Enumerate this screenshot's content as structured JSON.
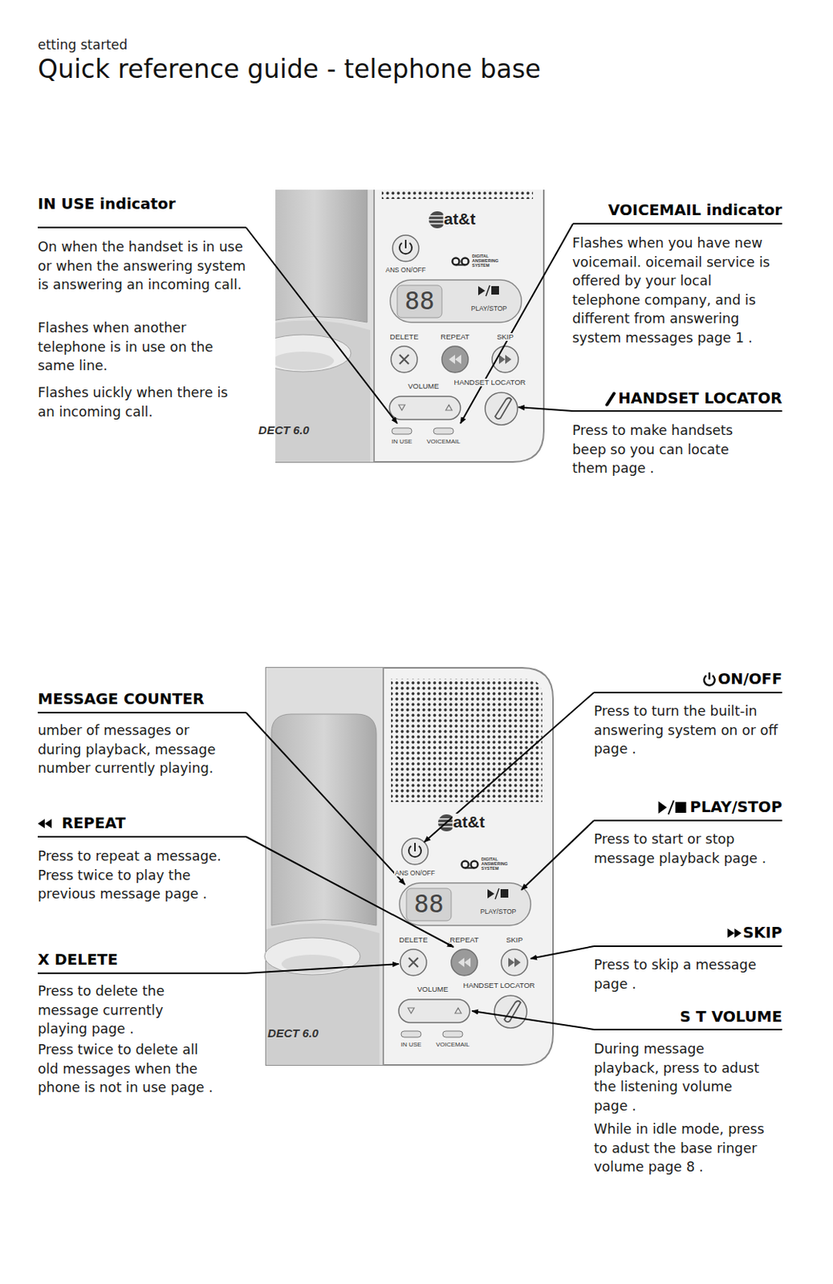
{
  "diagram": {
    "title": "Quick reference guide - telephone base",
    "labels": [
      "etting started",
      "IN USE indicator",
      "On when the handset is in use or when the answering system is answering an incoming call.",
      "Flashes when another telephone is in use on the same line.",
      "Flashes uickly when there is an incoming call.",
      "VOICEMAIL indicator",
      "Flashes when you have new voicemail. oicemail service is offered by your local telephone company, and is different from answering system messages page 1 .",
      "HANDSET LOCATOR",
      "Press to make handsets beep so you can locate them page .",
      "at&t",
      "ANS ON/OFF",
      "DIGITAL ANSWERING SYSTEM",
      "88",
      "PLAY/STOP",
      "DELETE",
      "REPEAT",
      "SKIP",
      "VOLUME",
      "HANDSET LOCATOR",
      "IN USE",
      "VOICEMAIL",
      "DECT 6.0",
      "ON/OFF",
      "Press to turn the built-in answering system on or off page .",
      "MESSAGE COUNTER",
      "umber of messages or during playback, message number currently playing.",
      "PLAY/STOP",
      "Press to start or stop message playback page .",
      "REPEAT",
      "Press to repeat a message. Press twice to play the previous message page .",
      "SKIP",
      "Press to skip a message page .",
      "X DELETE",
      "Press to delete the message currently playing page .",
      "Press twice to delete all old messages when the phone is not in use page .",
      "S T VOLUME",
      "During message playback, press to adust the listening volume page .",
      "While in idle mode, press to adust the base ringer volume page 8 .",
      "at&t",
      "ANS ON/OFF",
      "DIGITAL ANSWERING SYSTEM",
      "88",
      "PLAY/STOP",
      "DELETE",
      "REPEAT",
      "SKIP",
      "VOLUME",
      "HANDSET LOCATOR",
      "IN USE",
      "VOICEMAIL",
      "DECT 6.0"
    ]
  }
}
